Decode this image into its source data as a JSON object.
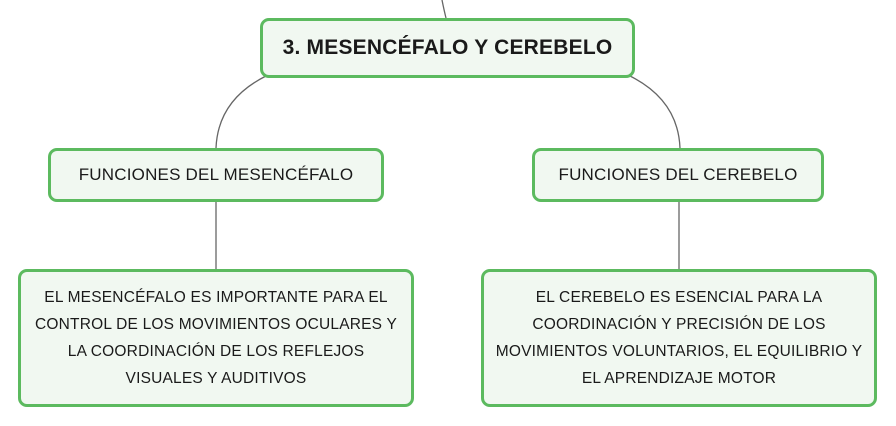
{
  "root": {
    "label": "3. MESENCÉFALO Y CEREBELO"
  },
  "branches": [
    {
      "title": "FUNCIONES DEL MESENCÉFALO",
      "detail": "EL MESENCÉFALO ES IMPORTANTE PARA EL CONTROL DE LOS MOVIMIENTOS OCULARES Y LA COORDINACIÓN DE LOS REFLEJOS VISUALES Y AUDITIVOS"
    },
    {
      "title": "FUNCIONES DEL CEREBELO",
      "detail": "EL CEREBELO ES ESENCIAL PARA LA COORDINACIÓN Y PRECISIÓN DE LOS MOVIMIENTOS VOLUNTARIOS, EL EQUILIBRIO Y EL APRENDIZAJE MOTOR"
    }
  ],
  "colors": {
    "node_border": "#5cba5f",
    "node_fill": "#f1f8f1",
    "connector": "#666666",
    "text": "#1a1a1a"
  }
}
